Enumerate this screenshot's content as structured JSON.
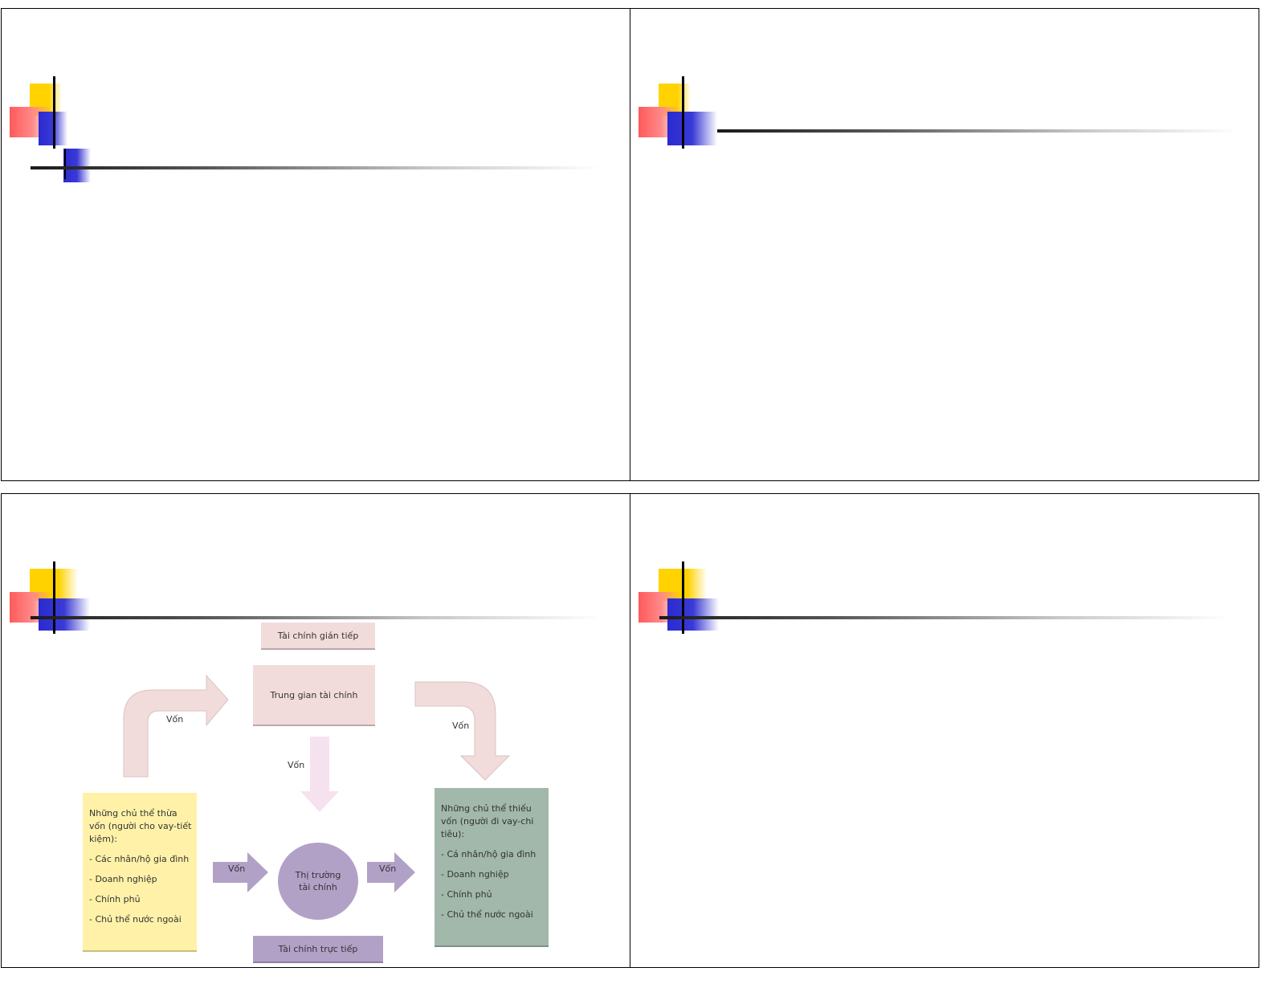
{
  "diagram": {
    "indirect_finance": "Tài chính gián tiếp",
    "intermediary": "Trung gian tài chính",
    "direct_finance": "Tài chính trực tiếp",
    "market": "Thị trường tài chính",
    "fund_label": "Vốn",
    "surplus": {
      "title": "Những chủ thể thừa vốn (người cho vay-tiết kiệm):",
      "items": [
        "- Các nhân/hộ gia đình",
        "- Doanh nghiệp",
        "- Chính phủ",
        "- Chủ thể nước ngoài"
      ]
    },
    "deficit": {
      "title": "Những chủ thể thiếu vốn (người đi vay-chi tiêu):",
      "items": [
        "- Cá nhân/hộ gia đình",
        "- Doanh nghiệp",
        "- Chính phủ",
        "- Chủ thể nước ngoài"
      ]
    }
  }
}
